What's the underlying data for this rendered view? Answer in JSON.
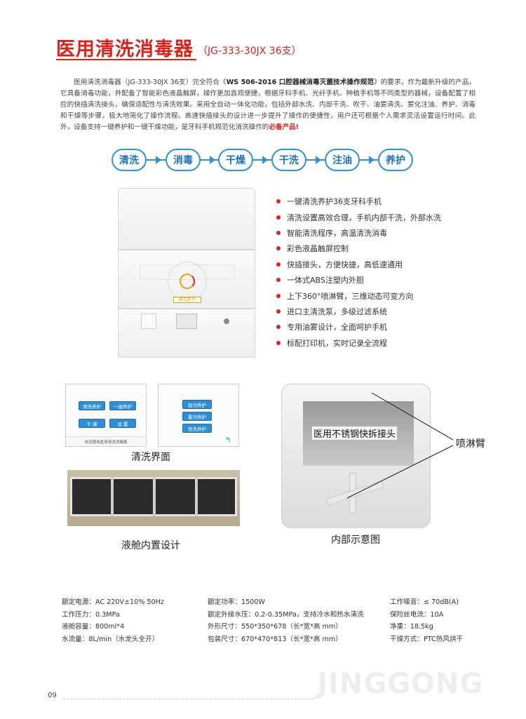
{
  "title": {
    "main": "医用清洗消毒器",
    "sub": "（JG-333-30JX 36支）"
  },
  "intro": {
    "p1": "医用清洗消毒器（JG-333-30JX 36支）完全符合《",
    "p1_bold": "WS 506-2016 口腔器械消毒灭菌技术操作规范",
    "p2": "》的要求，作为最新升级的产品，它具备消毒功能，并配备了智能彩色液晶触屏，操作更加直观便捷，根据牙科手机、光纤手机、种植手机等不同类型的器械，设备配置了相应的快插清洗接头，确保适配性与清洗效果。采用全自动一体化功能，包括外部水洗、内部干洗、吹干、油雾清洗、雾化注油、养护、消毒和干燥等步骤，极大地简化了操作流程。高速快插接头的设计进一步提升了操作的便捷性，用户还可根据个人需求灵活设置运行时间。此外，设备支持一键养护和一键干燥功能，是牙科手机规范化消洗操作的",
    "p2_red": "必备产品!"
  },
  "flow": [
    "清洗",
    "消毒",
    "干燥",
    "干洗",
    "注油",
    "养护"
  ],
  "features": [
    "一键清洗养护36支牙科手机",
    "清洗设置高效合理，手机内部干洗，外部水洗",
    "智能清洗程序，高温清洗消毒",
    "彩色液晶触屏控制",
    "快插接头，方便快捷，高低速通用",
    "一体式ABS注塑内外胆",
    "上下360°喷淋臂，三维动态可变方向",
    "进口主清洗泵，多级过滤系统",
    "专用油雾设计，全面呵护手机",
    "标配打印机，实时记录全流程"
  ],
  "screen1": {
    "buttons": [
      "清洗养护",
      "一键养护",
      "干  燥",
      "设  置"
    ],
    "footer": "欢迎使用医用清洗消毒器"
  },
  "screen2": {
    "buttons": [
      "轻污养护",
      "重污养护",
      "快洗养护"
    ],
    "back": "↰"
  },
  "captions": {
    "screens": "清洗界面",
    "chamber": "液舱内置设计",
    "interior": "内部示意图",
    "connector": "医用不锈钢快拆接头",
    "spray_arm": "喷淋臂"
  },
  "specs": {
    "col1": [
      "额定电源：AC 220V±10% 50Hz",
      "工作压力：0.3MPa",
      "液舱容量：800ml*4",
      "水流量：8L/min（水龙头全开）"
    ],
    "col2": [
      "额定功率：1500W",
      "额定外接水压：0.2-0.35MPa，支持冷水和热水清洗",
      "外形尺寸：550*350*678（长*宽*高 mm）",
      "包装尺寸：670*470*813（长*宽*高 mm）"
    ],
    "col3": [
      "工作噪音：≤ 70dB(A)",
      "保险丝电流：10A",
      "净重：18.5kg",
      "干燥方式：PTC热风烘干"
    ]
  },
  "footer": {
    "page": "09",
    "watermark": "JINGGONG"
  },
  "device_logo": "精工医疗",
  "colors": {
    "accent": "#e0201b",
    "flow_blue": "#2e92d6"
  }
}
